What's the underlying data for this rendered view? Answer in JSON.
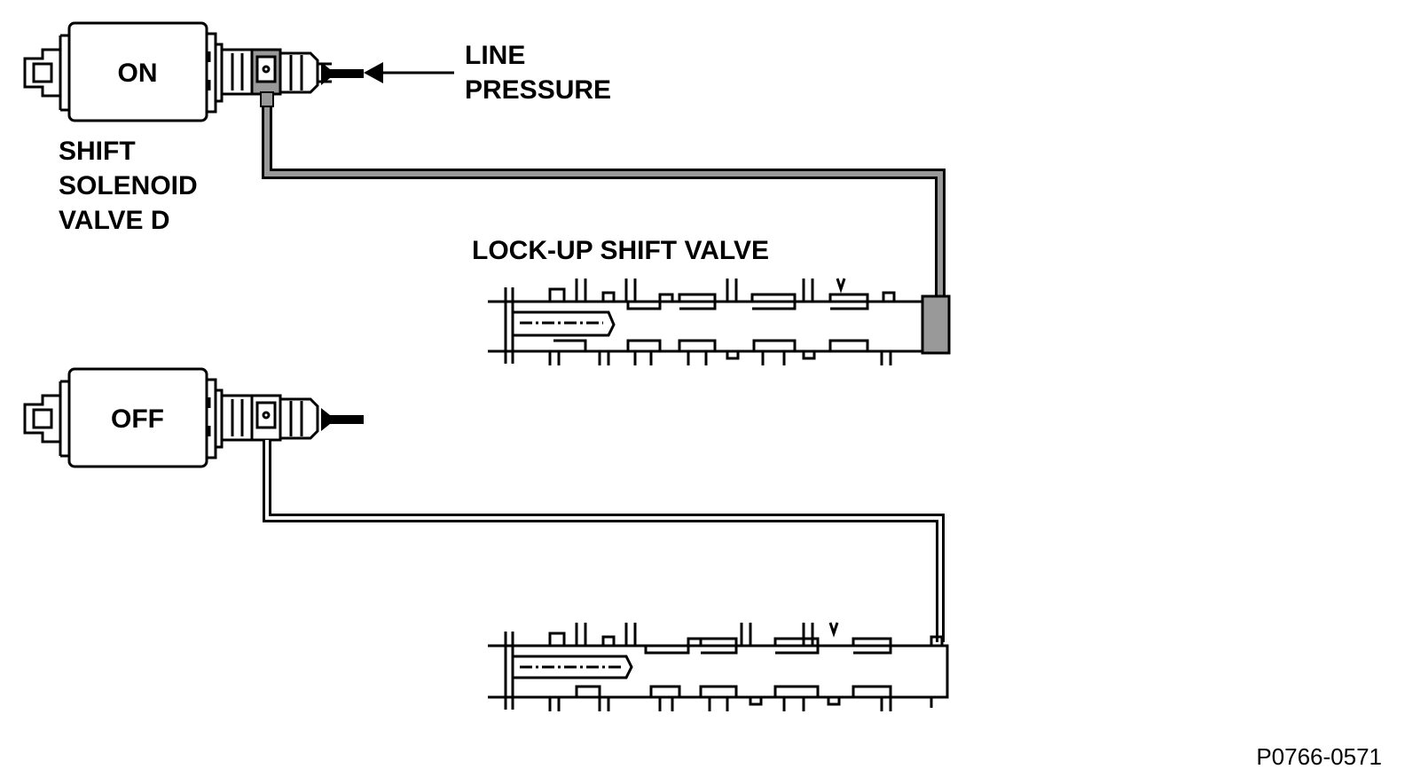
{
  "labels": {
    "line_pressure": [
      "LINE",
      "PRESSURE"
    ],
    "solenoid": [
      "SHIFT",
      "SOLENOID",
      "VALVE D"
    ],
    "valve_title": "LOCK-UP SHIFT VALVE",
    "figure_id": "P0766-0571"
  },
  "top_state": "ON",
  "bottom_state": "OFF",
  "colors": {
    "pressure_fill": "#999999",
    "line": "#000000",
    "body_fill": "#ffffff"
  }
}
